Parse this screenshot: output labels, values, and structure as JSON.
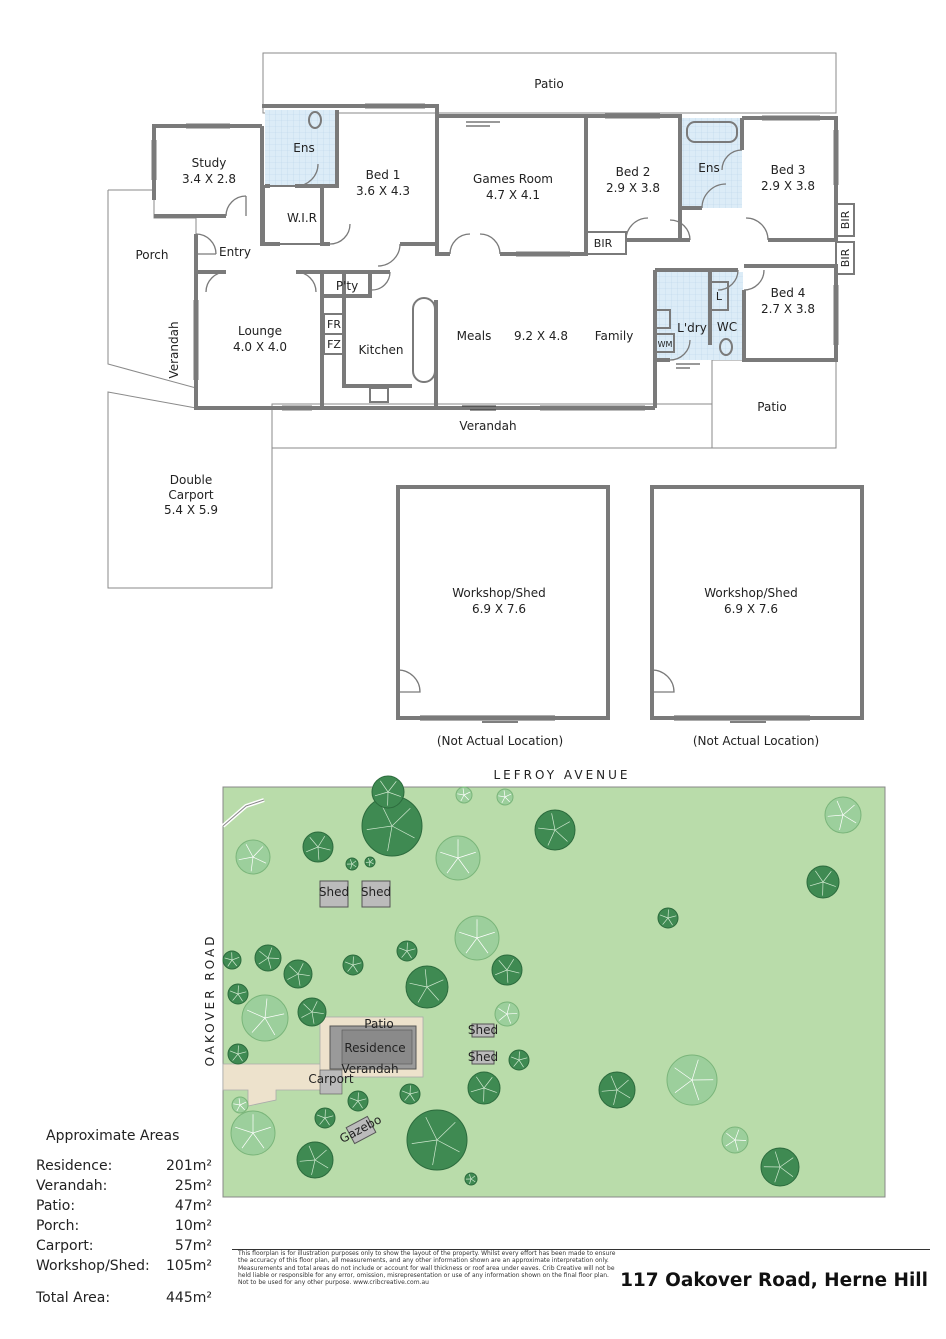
{
  "rooms": {
    "patio_top": "Patio",
    "study": "Study",
    "study_dim": "3.4 X 2.8",
    "ens1": "Ens",
    "bed1": "Bed 1",
    "bed1_dim": "3.6 X 4.3",
    "wir": "W.I.R",
    "games": "Games Room",
    "games_dim": "4.7 X 4.1",
    "bed2": "Bed 2",
    "bed2_dim": "2.9 X 3.8",
    "ens2": "Ens",
    "bed3": "Bed 3",
    "bed3_dim": "2.9 X 3.8",
    "bir": "BIR",
    "porch": "Porch",
    "entry": "Entry",
    "pty": "P'ty",
    "lounge": "Lounge",
    "lounge_dim": "4.0 X 4.0",
    "fr": "FR",
    "fz": "FZ",
    "kitchen": "Kitchen",
    "meals": "Meals",
    "meals_dim": "9.2 X 4.8",
    "family": "Family",
    "ldry": "L'dry",
    "wc": "WC",
    "l": "L",
    "wm": "WM",
    "bed4": "Bed 4",
    "bed4_dim": "2.7 X 3.8",
    "verandah_side": "Verandah",
    "verandah_bottom": "Verandah",
    "patio_right": "Patio",
    "carport": "Double",
    "carport2": "Carport",
    "carport_dim": "5.4 X 5.9",
    "shed": "Workshop/Shed",
    "shed_dim": "6.9 X 7.6",
    "not_actual": "(Not Actual Location)"
  },
  "site": {
    "road_top": "LEFROY AVENUE",
    "road_left": "OAKOVER ROAD",
    "residence": "Residence",
    "patio": "Patio",
    "carport": "Carport",
    "verandah": "Verandah",
    "shed": "Shed",
    "gazebo": "Gazebo"
  },
  "areas": {
    "title": "Approximate Areas",
    "rows": [
      {
        "label": "Residence:",
        "value": "201m²"
      },
      {
        "label": "Verandah:",
        "value": "25m²"
      },
      {
        "label": "Patio:",
        "value": "47m²"
      },
      {
        "label": "Porch:",
        "value": "10m²"
      },
      {
        "label": "Carport:",
        "value": "57m²"
      },
      {
        "label": "Workshop/Shed:",
        "value": "105m²"
      }
    ],
    "total_label": "Total Area:",
    "total_value": "445m²"
  },
  "disclaimer": "This floorplan is for illustration purposes only to show the layout of the property. Whilst every effort has been made to ensure the accuracy of this floor plan, all measurements, and any other information shown are an approximate interpretation only. Measurements and total areas do not include or account for wall thickness or roof area under eaves. Crib Creative will not be held liable or responsible for any error, omission, misrepresentation or use of any information shown on the final floor plan. Not to be used for any other purpose. www.cribcreative.com.au",
  "address": "117 Oakover Road, Herne Hill",
  "colors": {
    "wall": "#7a7a7a",
    "wet_area": "#d9eaf5",
    "lawn": "#b9dcaa",
    "tree_dark": "#3f8a52",
    "tree_light": "#9ccf9c",
    "residence_block": "#9a9a9a",
    "paving": "#ede2cc"
  }
}
